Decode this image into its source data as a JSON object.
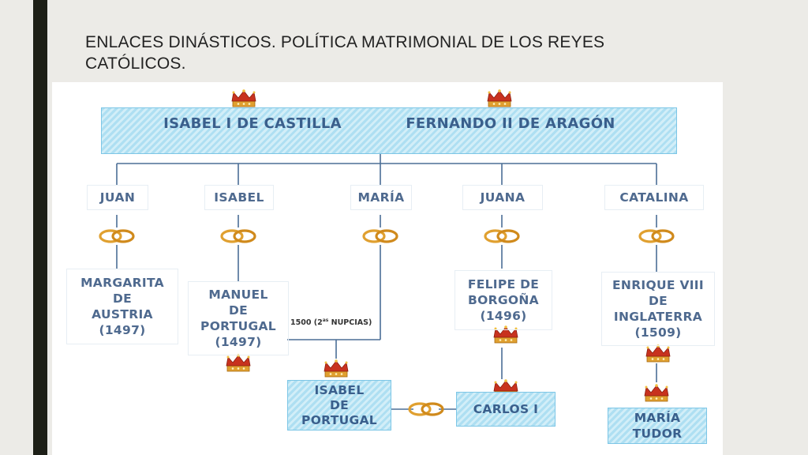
{
  "slide": {
    "title": "ENLACES DINÁSTICOS. POLÍTICA MATRIMONIAL DE LOS REYES CATÓLICOS."
  },
  "diagram": {
    "parents": {
      "left": "ISABEL I DE CASTILLA",
      "right": "FERNANDO II DE ARAGÓN"
    },
    "children": [
      "JUAN",
      "ISABEL",
      "MARÍA",
      "JUANA",
      "CATALINA"
    ],
    "spouses": {
      "juan": {
        "name": [
          "MARGARITA",
          "DE",
          "AUSTRIA"
        ],
        "year": "(1497)"
      },
      "isabel": {
        "name": [
          "MANUEL",
          "DE",
          "PORTUGAL"
        ],
        "year": "(1497)"
      },
      "juana": {
        "name": [
          "FELIPE DE",
          "BORGOÑA"
        ],
        "year": "(1496)"
      },
      "catalina": {
        "name": [
          "ENRIQUE VIII",
          "DE",
          "INGLATERRA"
        ],
        "year": "(1509)"
      }
    },
    "maria_note": {
      "prefix": "1500 (2",
      "sup": "as",
      "suffix": " NUPCIAS)"
    },
    "grandchildren": {
      "isabel_portugal": [
        "ISABEL",
        "DE",
        "PORTUGAL"
      ],
      "carlos": "CARLOS I",
      "maria_tudor": [
        "MARÍA",
        "TUDOR"
      ]
    },
    "icons": {
      "crown": "crown-icon",
      "rings": "wedding-rings-icon"
    },
    "colors": {
      "box_fill": "#aedff2",
      "text": "#4f6a8f",
      "lines": "#4b6e96",
      "gold": "#e0a030",
      "crown_red": "#c8321e"
    }
  }
}
